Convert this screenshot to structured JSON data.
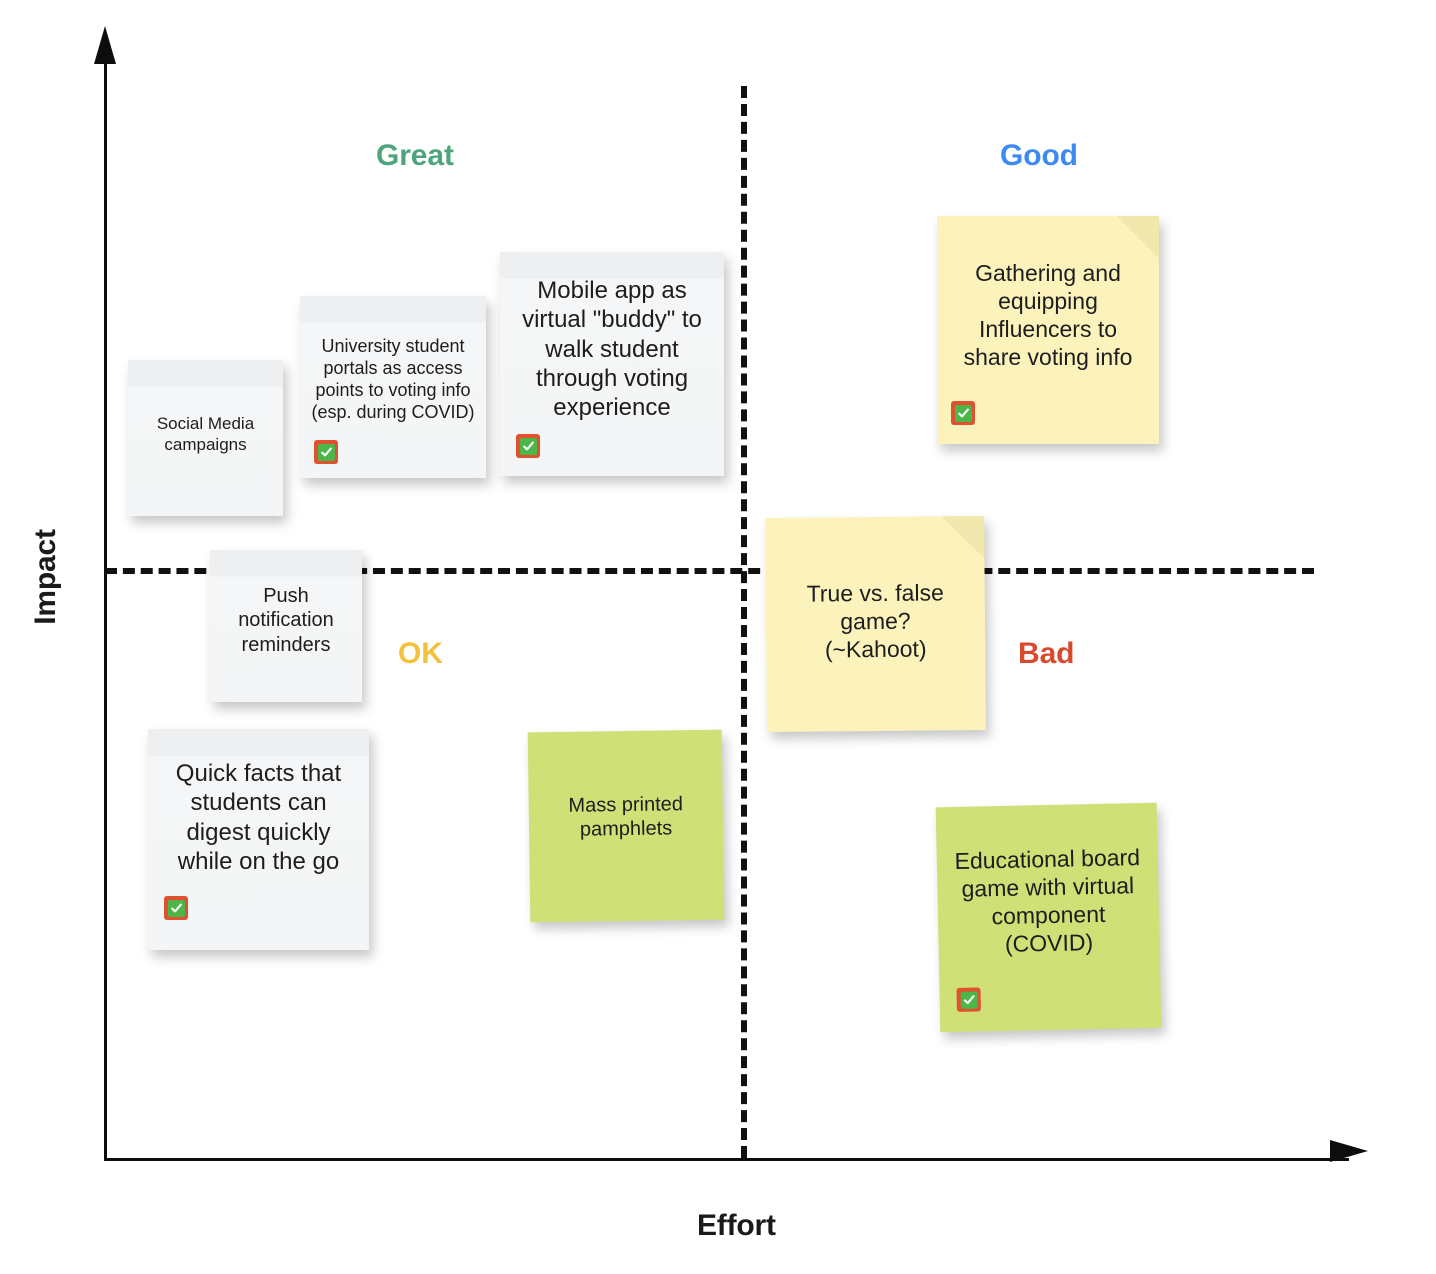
{
  "chart_data": {
    "type": "scatter",
    "title": "",
    "xlabel": "Effort",
    "ylabel": "Impact",
    "grid": false,
    "legend_position": "none",
    "quadrants": [
      {
        "name": "Great",
        "position": "top-left",
        "color": "#4da47d"
      },
      {
        "name": "Good",
        "position": "top-right",
        "color": "#3d8bf0"
      },
      {
        "name": "OK",
        "position": "bottom-left",
        "color": "#f2c23c"
      },
      {
        "name": "Bad",
        "position": "bottom-right",
        "color": "#d8492e"
      }
    ],
    "items": [
      {
        "label": "Social Media\ncampaigns",
        "quadrant": "Great",
        "impact": "high",
        "effort": "low",
        "color": "#f4f5f6",
        "checked": false
      },
      {
        "label": "University  student\nportals as access\npoints to voting info\n(esp. during COVID)",
        "quadrant": "Great",
        "impact": "high",
        "effort": "low",
        "color": "#f4f5f6",
        "checked": true
      },
      {
        "label": "Mobile app as\nvirtual \"buddy\" to\nwalk student\nthrough voting\nexperience",
        "quadrant": "Great",
        "impact": "high",
        "effort": "low",
        "color": "#f4f5f6",
        "checked": true
      },
      {
        "label": "Gathering and\nequipping\nInfluencers to\nshare voting info",
        "quadrant": "Good",
        "impact": "high",
        "effort": "high",
        "color": "#fcf3bc",
        "checked": true
      },
      {
        "label": "Push\nnotification\nreminders",
        "quadrant": "OK",
        "impact": "low",
        "effort": "low",
        "color": "#f4f5f6",
        "checked": false
      },
      {
        "label": "True vs. false\ngame?\n(~Kahoot)",
        "quadrant": "Bad",
        "impact": "low",
        "effort": "high",
        "color": "#fcf3bc",
        "checked": false
      },
      {
        "label": "Quick facts that\nstudents can\ndigest quickly\nwhile on the go",
        "quadrant": "OK",
        "impact": "low",
        "effort": "low",
        "color": "#f4f5f6",
        "checked": true
      },
      {
        "label": "Mass printed\npamphlets",
        "quadrant": "OK",
        "impact": "low",
        "effort": "low",
        "color": "#cfe077",
        "checked": false
      },
      {
        "label": "Educational board\ngame with virtual\ncomponent\n(COVID)",
        "quadrant": "Bad",
        "impact": "low",
        "effort": "high",
        "color": "#cfe077",
        "checked": true
      }
    ]
  },
  "axes": {
    "y_label": "Impact",
    "x_label": "Effort"
  },
  "quadrant_labels": {
    "great": "Great",
    "good": "Good",
    "ok": "OK",
    "bad": "Bad"
  },
  "notes": {
    "social_media": "Social Media\ncampaigns",
    "university": "University  student\nportals as access\npoints to voting info\n(esp. during COVID)",
    "mobile_app": "Mobile app as\nvirtual \"buddy\" to\nwalk student\nthrough voting\nexperience",
    "influencers": "Gathering and\nequipping\nInfluencers to\nshare voting info",
    "push_notification": "Push\nnotification\nreminders",
    "true_false_game": "True vs. false\ngame?\n(~Kahoot)",
    "quick_facts": "Quick facts that\nstudents can\ndigest quickly\nwhile on the go",
    "pamphlets": "Mass printed\npamphlets",
    "board_game": "Educational board\ngame with virtual\ncomponent\n(COVID)"
  },
  "colors": {
    "great": "#4da47d",
    "good": "#3d8bf0",
    "ok": "#f2c23c",
    "bad": "#d8492e",
    "note_white": "#f4f5f6",
    "note_yellow": "#fcf3bc",
    "note_green": "#cfe077",
    "badge_bg": "#e0512f",
    "badge_check": "#4cb648",
    "axis": "#0d0d0d"
  }
}
